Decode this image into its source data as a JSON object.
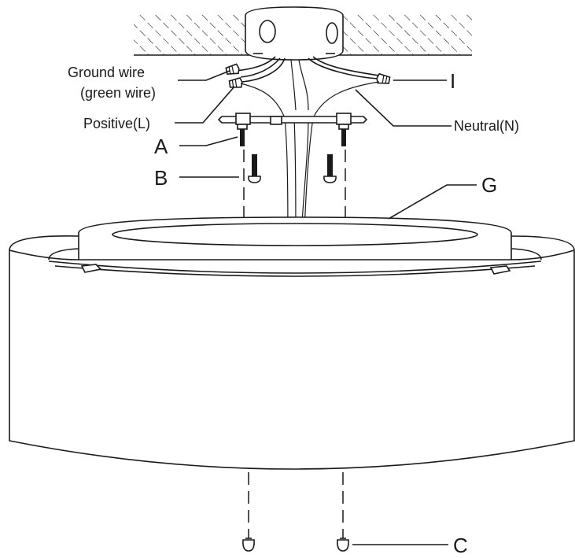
{
  "labels": {
    "ground_wire_line1": "Ground wire",
    "ground_wire_line2": "(green wire)",
    "positive": "Positive(L)",
    "neutral": "Neutral(N)",
    "a": "A",
    "b": "B",
    "c": "C",
    "g": "G",
    "i": "I"
  }
}
